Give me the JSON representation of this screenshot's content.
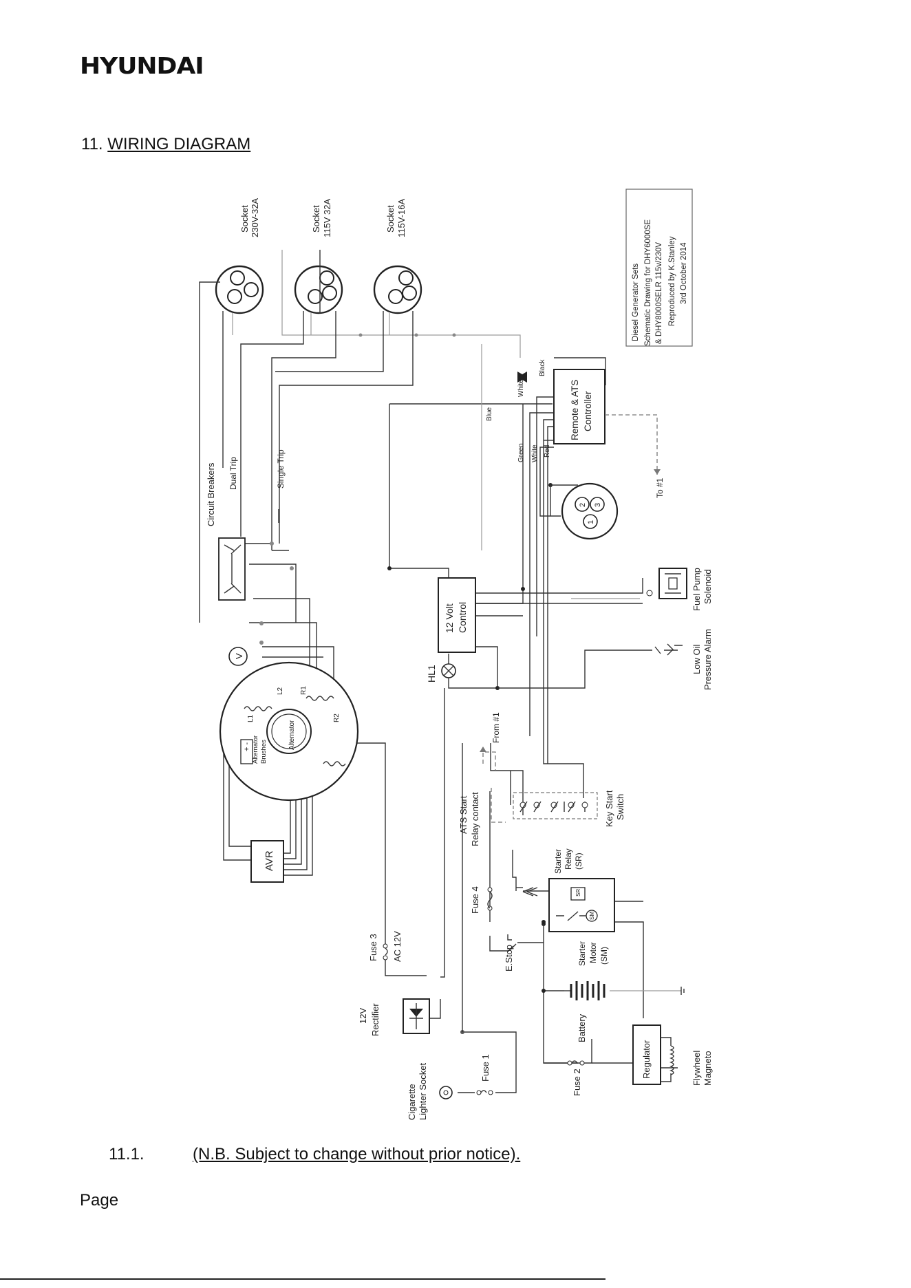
{
  "header": {
    "brand": "HYUNDAI"
  },
  "section": {
    "number": "11.",
    "title": "WIRING DIAGRAM"
  },
  "note": {
    "number": "11.1.",
    "text": "(N.B. Subject to change without prior notice)."
  },
  "footer": {
    "page_label": "Page"
  },
  "diagram": {
    "info_box": [
      "Diesel Generator Sets",
      "Schematic Drawing for DHY6000SE",
      "& DHY8000SELR 115v/230V",
      "Reproduced by K.Stanley",
      "3rd October 2014"
    ],
    "sockets": [
      {
        "name": "Socket",
        "rating": "230V-32A"
      },
      {
        "name": "Socket",
        "rating": "115V 32A"
      },
      {
        "name": "Socket",
        "rating": "115V-16A"
      }
    ],
    "labels": {
      "circuit_breakers": "Circuit Breakers",
      "dual_trip": "Dual Trip",
      "single_trip": "Single Trip",
      "remote_ats": "Remote & ATS",
      "controller": "Controller",
      "white": "White",
      "black": "Black",
      "blue": "Blue",
      "green": "Green",
      "white2": "White",
      "red": "Red",
      "to_1": "To #1",
      "from_1": "From #1",
      "fuel_pump": "Fuel Pump",
      "solenoid": "Solenoid",
      "low_oil": "Low Oil",
      "pressure_alarm": "Pressure Alarm",
      "volt_12": "12 Volt",
      "control": "Control",
      "hl1": "HL1",
      "voltmeter": "V",
      "alternator": "Alternator",
      "alt_brushes_1": "Alternator",
      "alt_brushes_2": "Brushes",
      "l1": "L1",
      "l2": "L2",
      "r1": "R1",
      "r2": "R2",
      "avr": "AVR",
      "ats_start": "ATS Start",
      "relay_contact": "Relay contact",
      "key_start": "Key Start",
      "switch": "Switch",
      "starter_relay_1": "Starter",
      "starter_relay_2": "Relay",
      "starter_relay_3": "(SR)",
      "sr": "SR",
      "sm": "SM",
      "starter_motor_1": "Starter",
      "starter_motor_2": "Motor",
      "starter_motor_3": "(SM)",
      "fuse4": "Fuse 4",
      "estop": "E.Stop",
      "fuse3": "Fuse 3",
      "ac12v": "AC 12V",
      "rectifier_1": "12V",
      "rectifier_2": "Rectifier",
      "battery": "Battery",
      "regulator": "Regulator",
      "flywheel": "Flywheel",
      "magneto": "Magneto",
      "cig_1": "Cigarette",
      "cig_2": "Lighter Socket",
      "fuse1": "Fuse 1",
      "fuse2": "Fuse 2",
      "pin1": "1",
      "pin2": "2",
      "pin3": "3"
    }
  }
}
